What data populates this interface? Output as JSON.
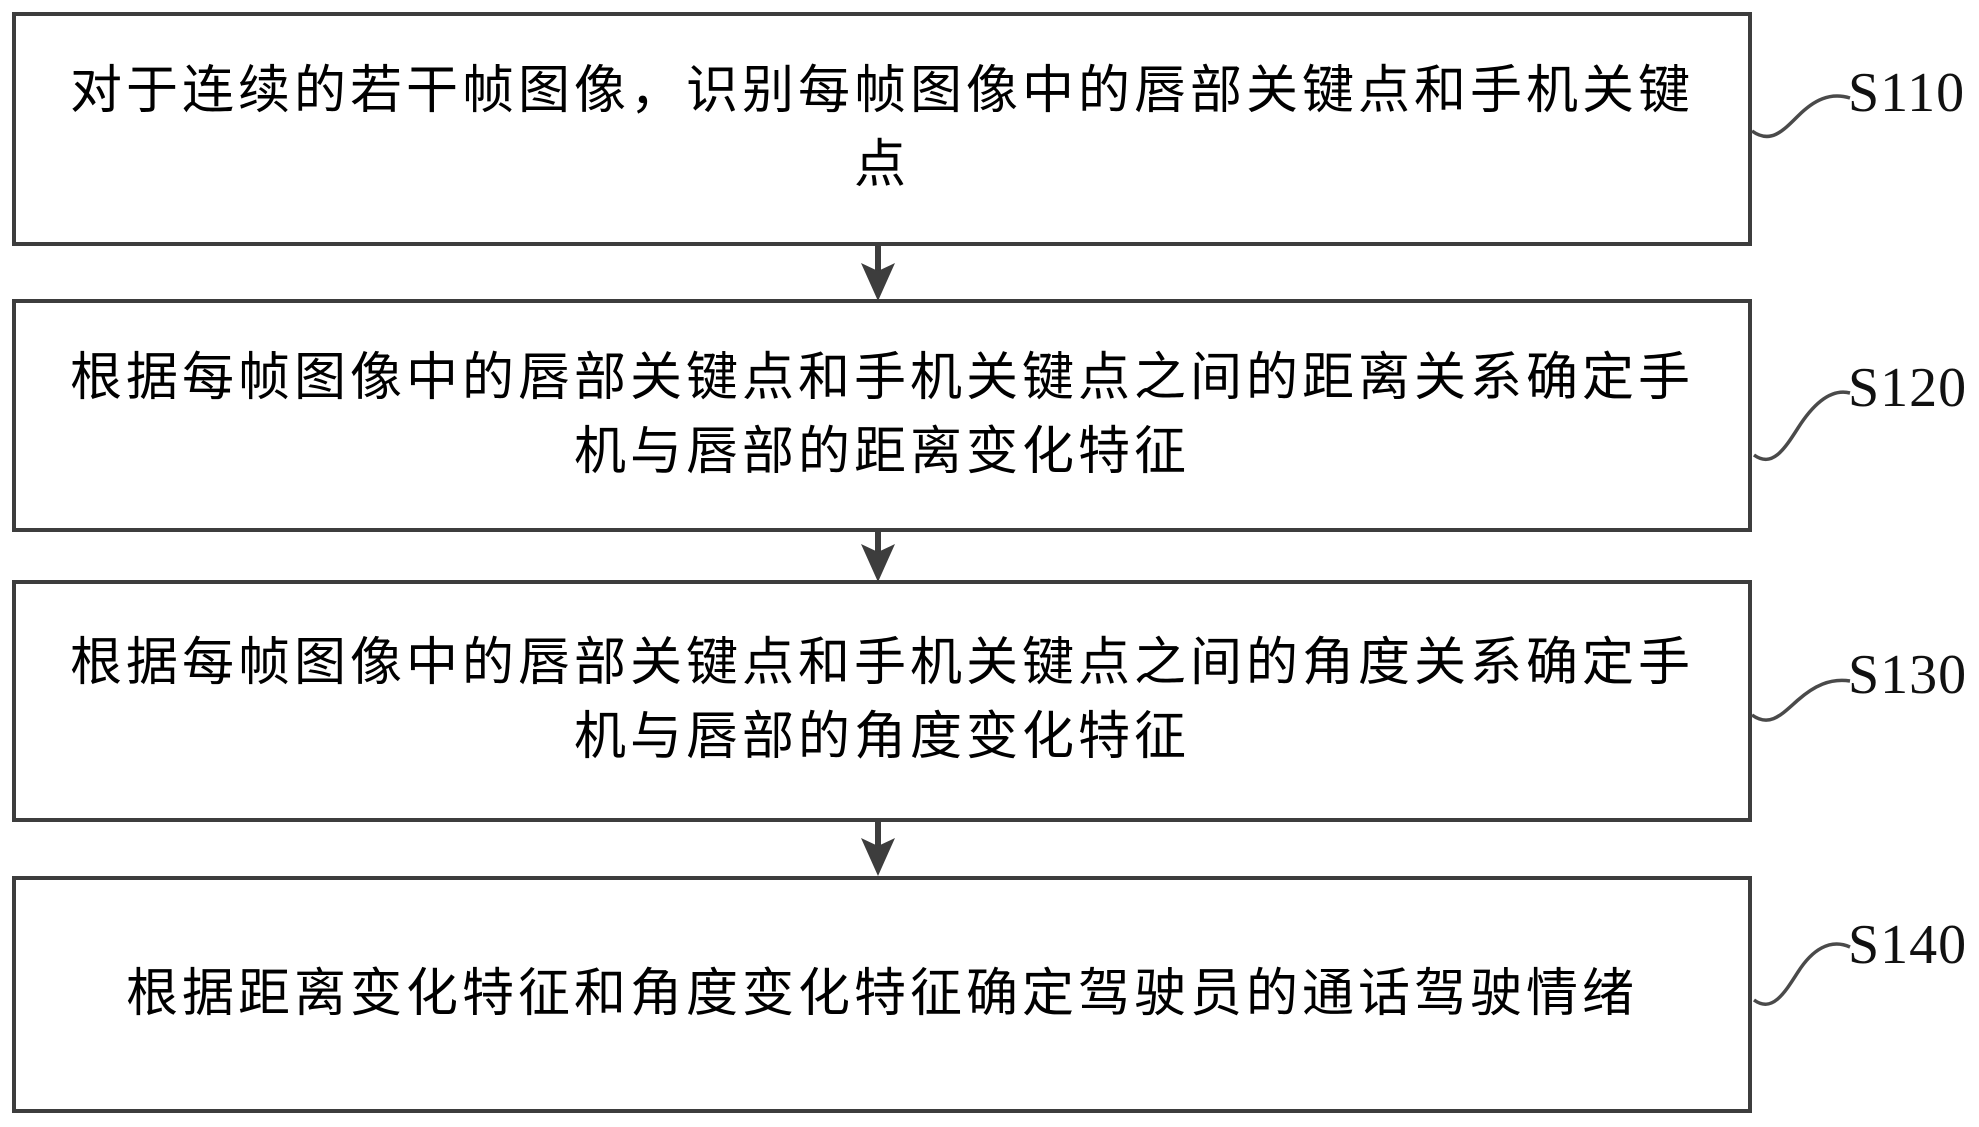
{
  "figure": {
    "type": "flowchart",
    "background_color": "#ffffff",
    "line_color": "#3d3d3d",
    "connector_color": "#4a4a4a",
    "text_color": "#000000",
    "steps": [
      {
        "label": "S110",
        "text": "对于连续的若干帧图像，识别每帧图像中的唇部关键点和手机关键点"
      },
      {
        "label": "S120",
        "text": "根据每帧图像中的唇部关键点和手机关键点之间的距离关系确定手机与唇部的距离变化特征"
      },
      {
        "label": "S130",
        "text": "根据每帧图像中的唇部关键点和手机关键点之间的角度关系确定手机与唇部的角度变化特征"
      },
      {
        "label": "S140",
        "text": "根据距离变化特征和角度变化特征确定驾驶员的通话驾驶情绪"
      }
    ]
  }
}
